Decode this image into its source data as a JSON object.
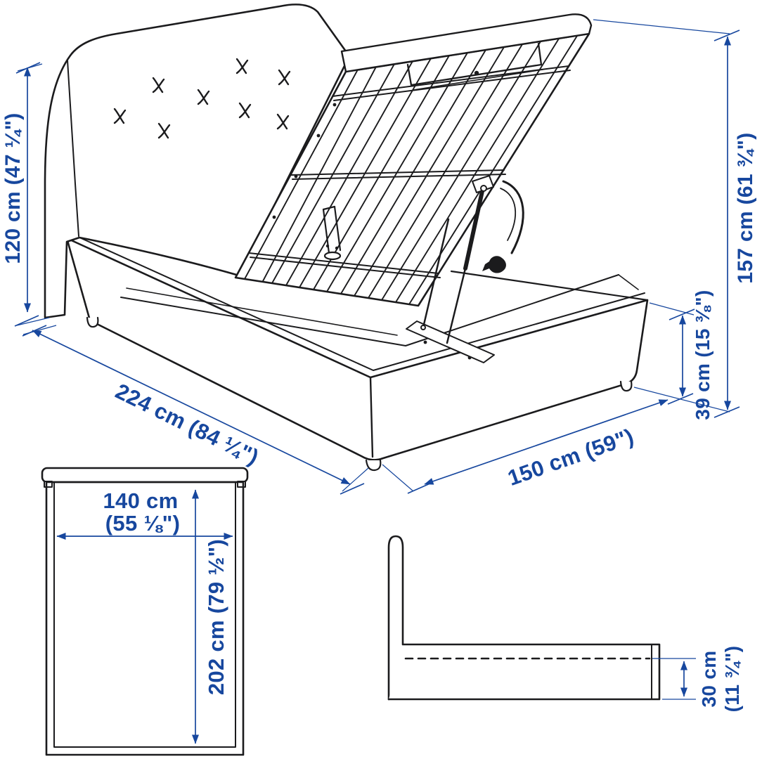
{
  "colors": {
    "ink": "#1b1b1d",
    "dim": "#17479e"
  },
  "main_view": {
    "headboard_height": "120 cm (47 ¼\")",
    "open_height": "157 cm (61 ¾\")",
    "frame_height": "39 cm (15 ⅜\")",
    "length": "224 cm (84 ¼\")",
    "width": "150 cm (59\")"
  },
  "top_view": {
    "inner_width_line1": "140 cm",
    "inner_width_line2": "(55 ⅛\")",
    "inner_length": "202 cm (79 ½\")"
  },
  "side_view": {
    "storage_depth_line1": "30 cm",
    "storage_depth_line2": "(11 ¾\")"
  }
}
